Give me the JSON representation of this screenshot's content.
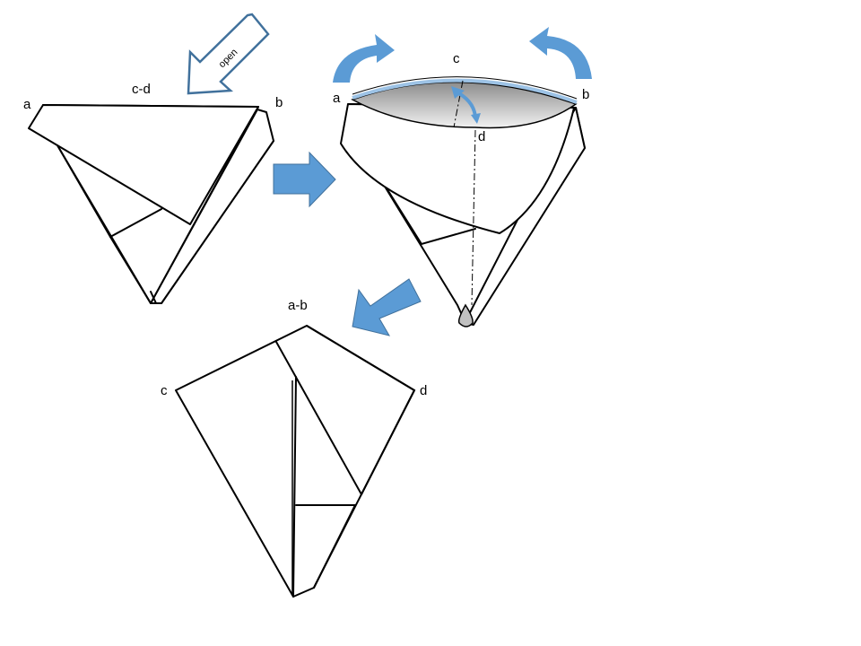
{
  "colors": {
    "arrow_fill": "#5b9bd5",
    "arrow_outline": "#41719c",
    "line": "#000000",
    "paper": "#ffffff",
    "pocket_dark": "#8c8c8c",
    "pocket_light": "#f2f2f2",
    "rim": "#9dc3e6"
  },
  "step1": {
    "label_a": "a",
    "label_b": "b",
    "label_cd": "c-d",
    "open_label": "open"
  },
  "step2": {
    "label_a": "a",
    "label_b": "b",
    "label_c": "c",
    "label_d": "d"
  },
  "step3": {
    "label_ab": "a-b",
    "label_c": "c",
    "label_d": "d"
  },
  "arrows": [
    "right-arrow",
    "down-left-arrow",
    "curved-arrow-left",
    "curved-arrow-right",
    "double-headed-arrow",
    "open-arrow"
  ]
}
